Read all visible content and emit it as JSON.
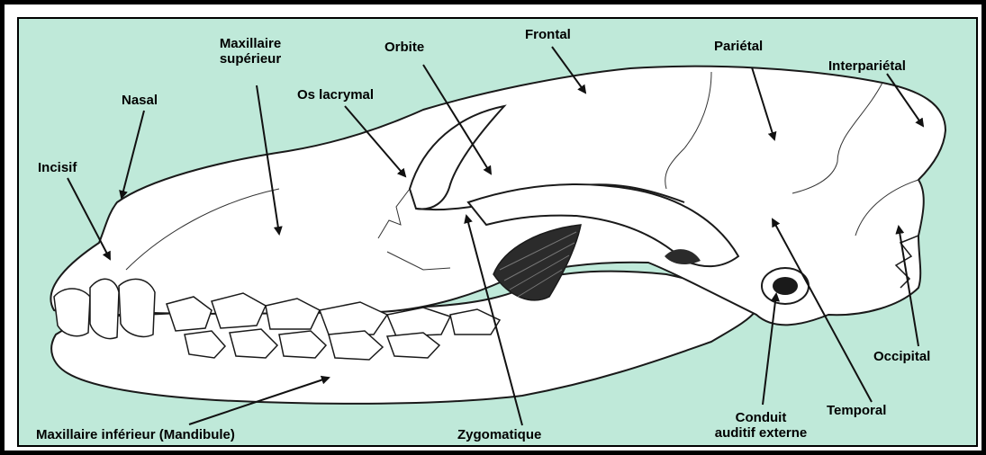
{
  "labels": {
    "maxillaire_superieur": [
      "Maxillaire",
      "supérieur"
    ],
    "orbite": "Orbite",
    "frontal": "Frontal",
    "parietal": "Pariétal",
    "interparietal": "Interpariétal",
    "nasal": "Nasal",
    "os_lacrymal": "Os lacrymal",
    "incisif": "Incisif",
    "occipital": "Occipital",
    "temporal": "Temporal",
    "conduit": [
      "Conduit",
      "auditif externe"
    ],
    "zygomatique": "Zygomatique",
    "mandibule": "Maxillaire inférieur (Mandibule)"
  },
  "colors": {
    "background": "#bfe9d9",
    "bone": "#ffffff",
    "outline": "#1a1a1a",
    "dark": "#2b2b2b"
  }
}
